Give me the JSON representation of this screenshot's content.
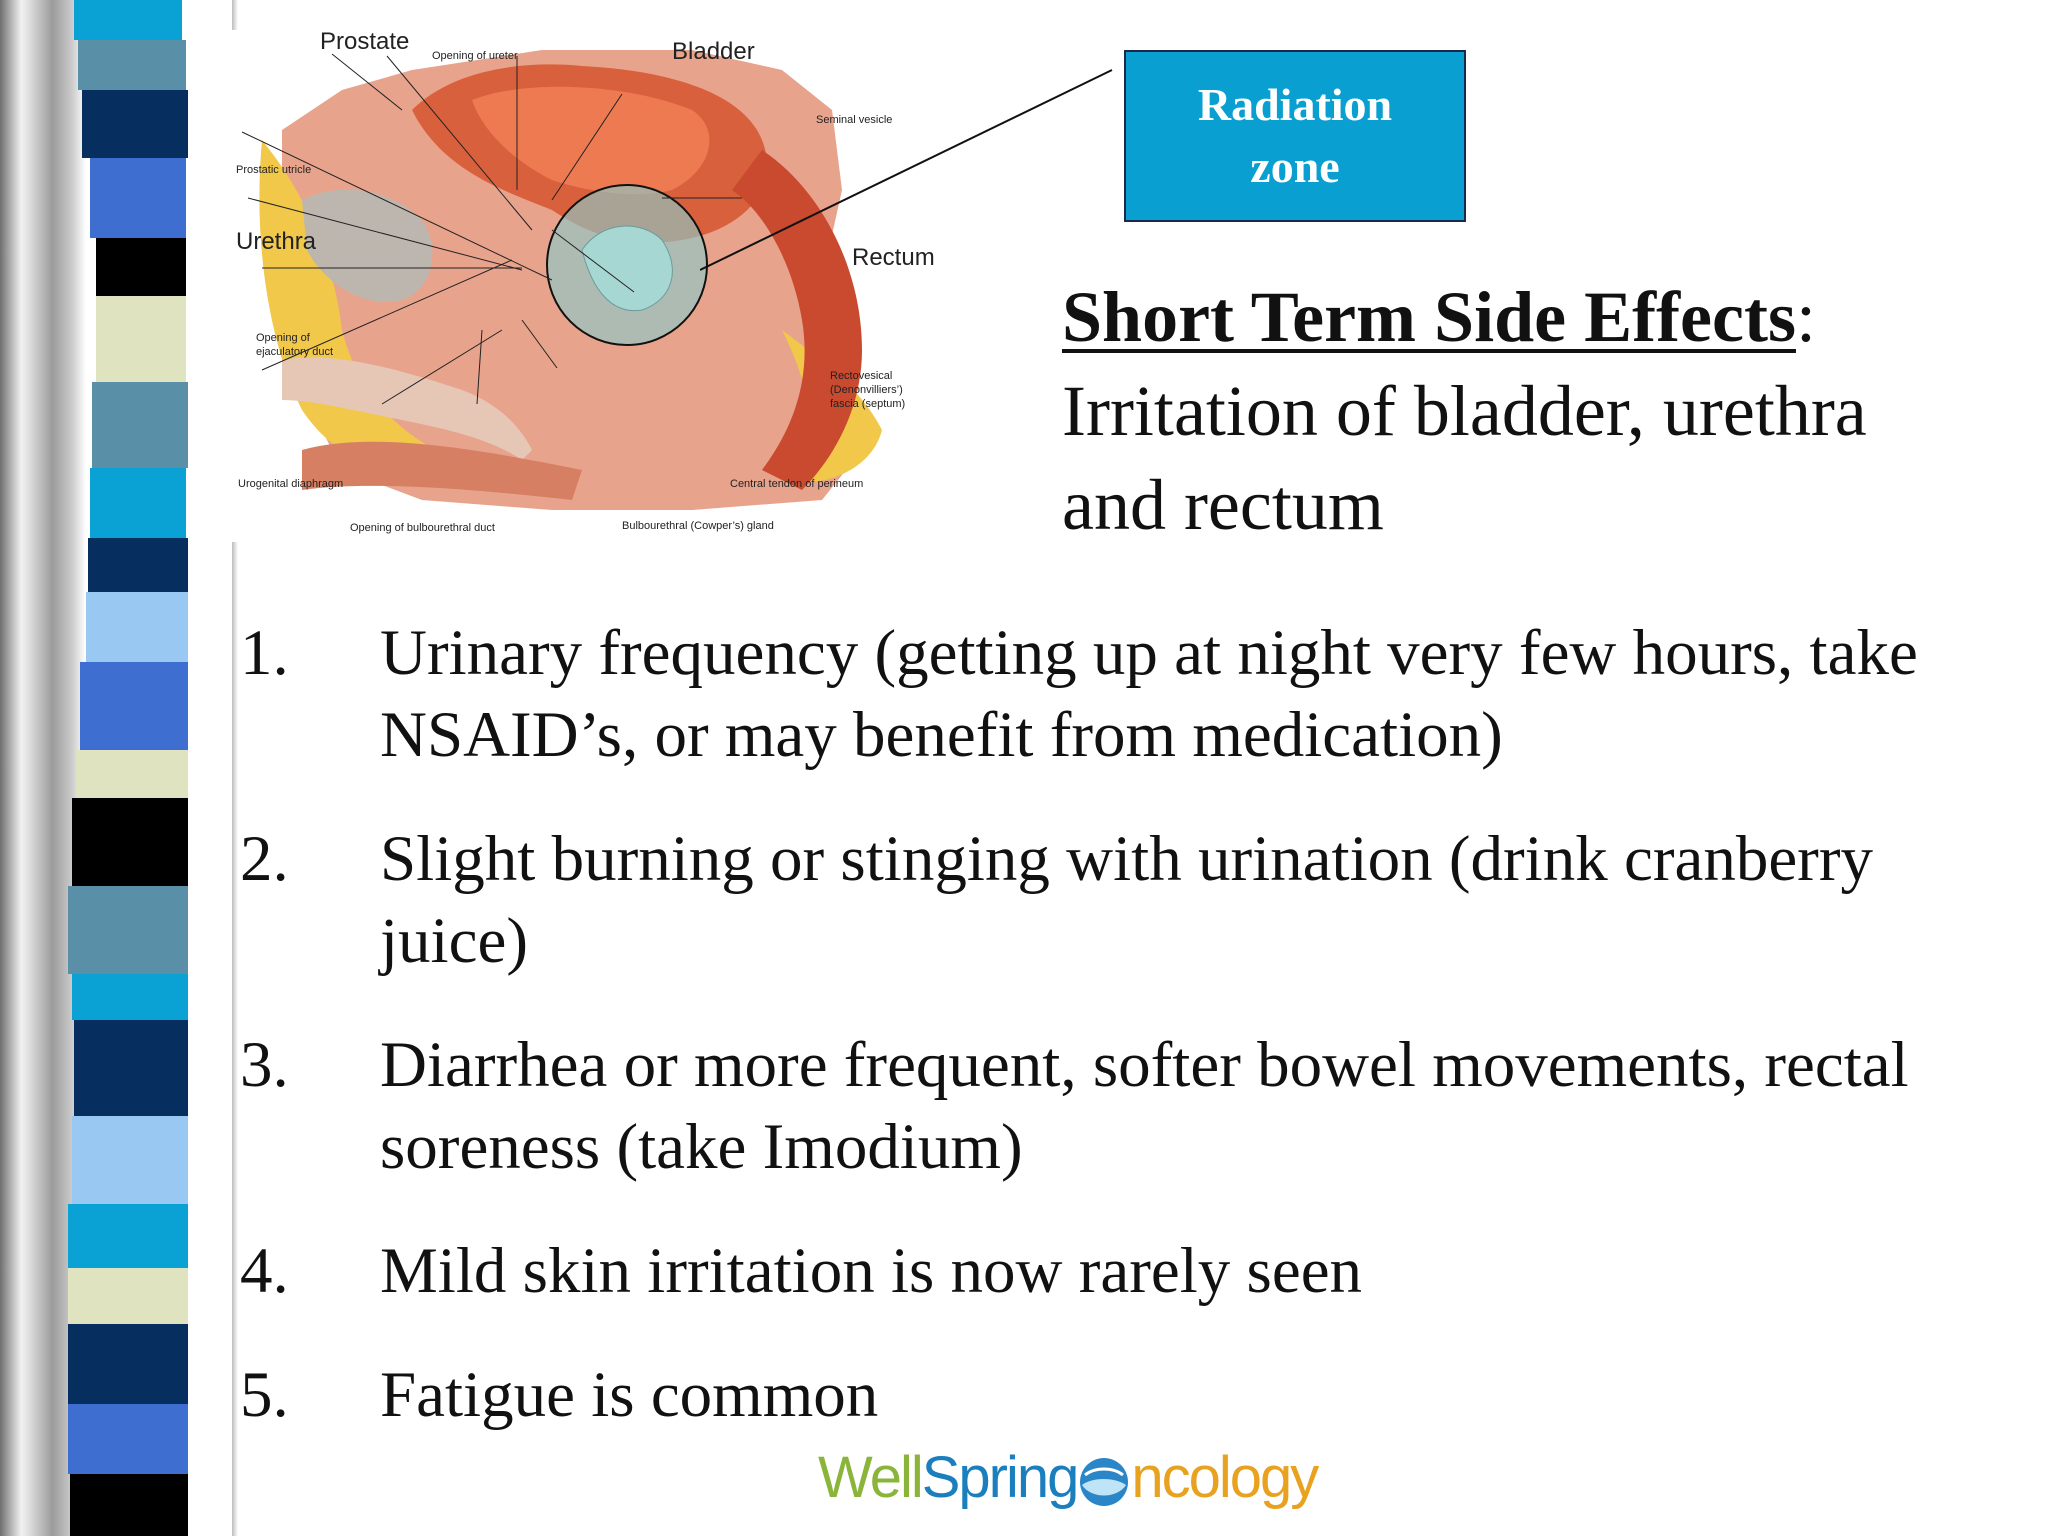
{
  "slide": {
    "callout": {
      "line1": "Radiation",
      "line2": "zone"
    },
    "heading": {
      "title": "Short Term Side Effects",
      "colon": ":",
      "line2": "Irritation of bladder, urethra",
      "line3": "and rectum"
    },
    "effects": [
      {
        "num": "1.",
        "text": "Urinary frequency (getting up at night very few hours, take NSAID’s, or may benefit from medication)"
      },
      {
        "num": "2.",
        "text": "Slight burning or stinging with urination (drink cranberry juice)"
      },
      {
        "num": "3.",
        "text": "Diarrhea or more frequent, softer bowel movements, rectal soreness (take Imodium)"
      },
      {
        "num": "4.",
        "text": "Mild skin irritation is now rarely seen"
      },
      {
        "num": "5.",
        "text": "Fatigue is common"
      }
    ],
    "logo": {
      "part1": "Well",
      "part2": "Spring",
      "part3": "ncology"
    }
  },
  "anatomy": {
    "labels": {
      "prostate": "Prostate",
      "opening_of_ureter": "Opening of ureter",
      "bladder": "Bladder",
      "seminal_vesicle": "Seminal vesicle",
      "prostatic_utricle": "Prostatic utricle",
      "urethra": "Urethra",
      "rectum": "Rectum",
      "opening_of_ejaculatory_duct_1": "Opening of",
      "opening_of_ejaculatory_duct_2": "ejaculatory duct",
      "rectovesical_1": "Rectovesical",
      "rectovesical_2": "(Denonvilliers’)",
      "rectovesical_3": "fascia (septum)",
      "urogenital_diaphragm": "Urogenital diaphragm",
      "central_tendon": "Central tendon of perineum",
      "opening_of_bulbourethral_duct": "Opening of bulbourethral duct",
      "bulbourethral_gland": "Bulbourethral (Cowper’s) gland"
    }
  },
  "colors": {
    "callout_fill": "#0a9fd1",
    "logo_green": "#8ab43a",
    "logo_blue": "#1b7fbe",
    "logo_orange": "#e8a21f"
  }
}
